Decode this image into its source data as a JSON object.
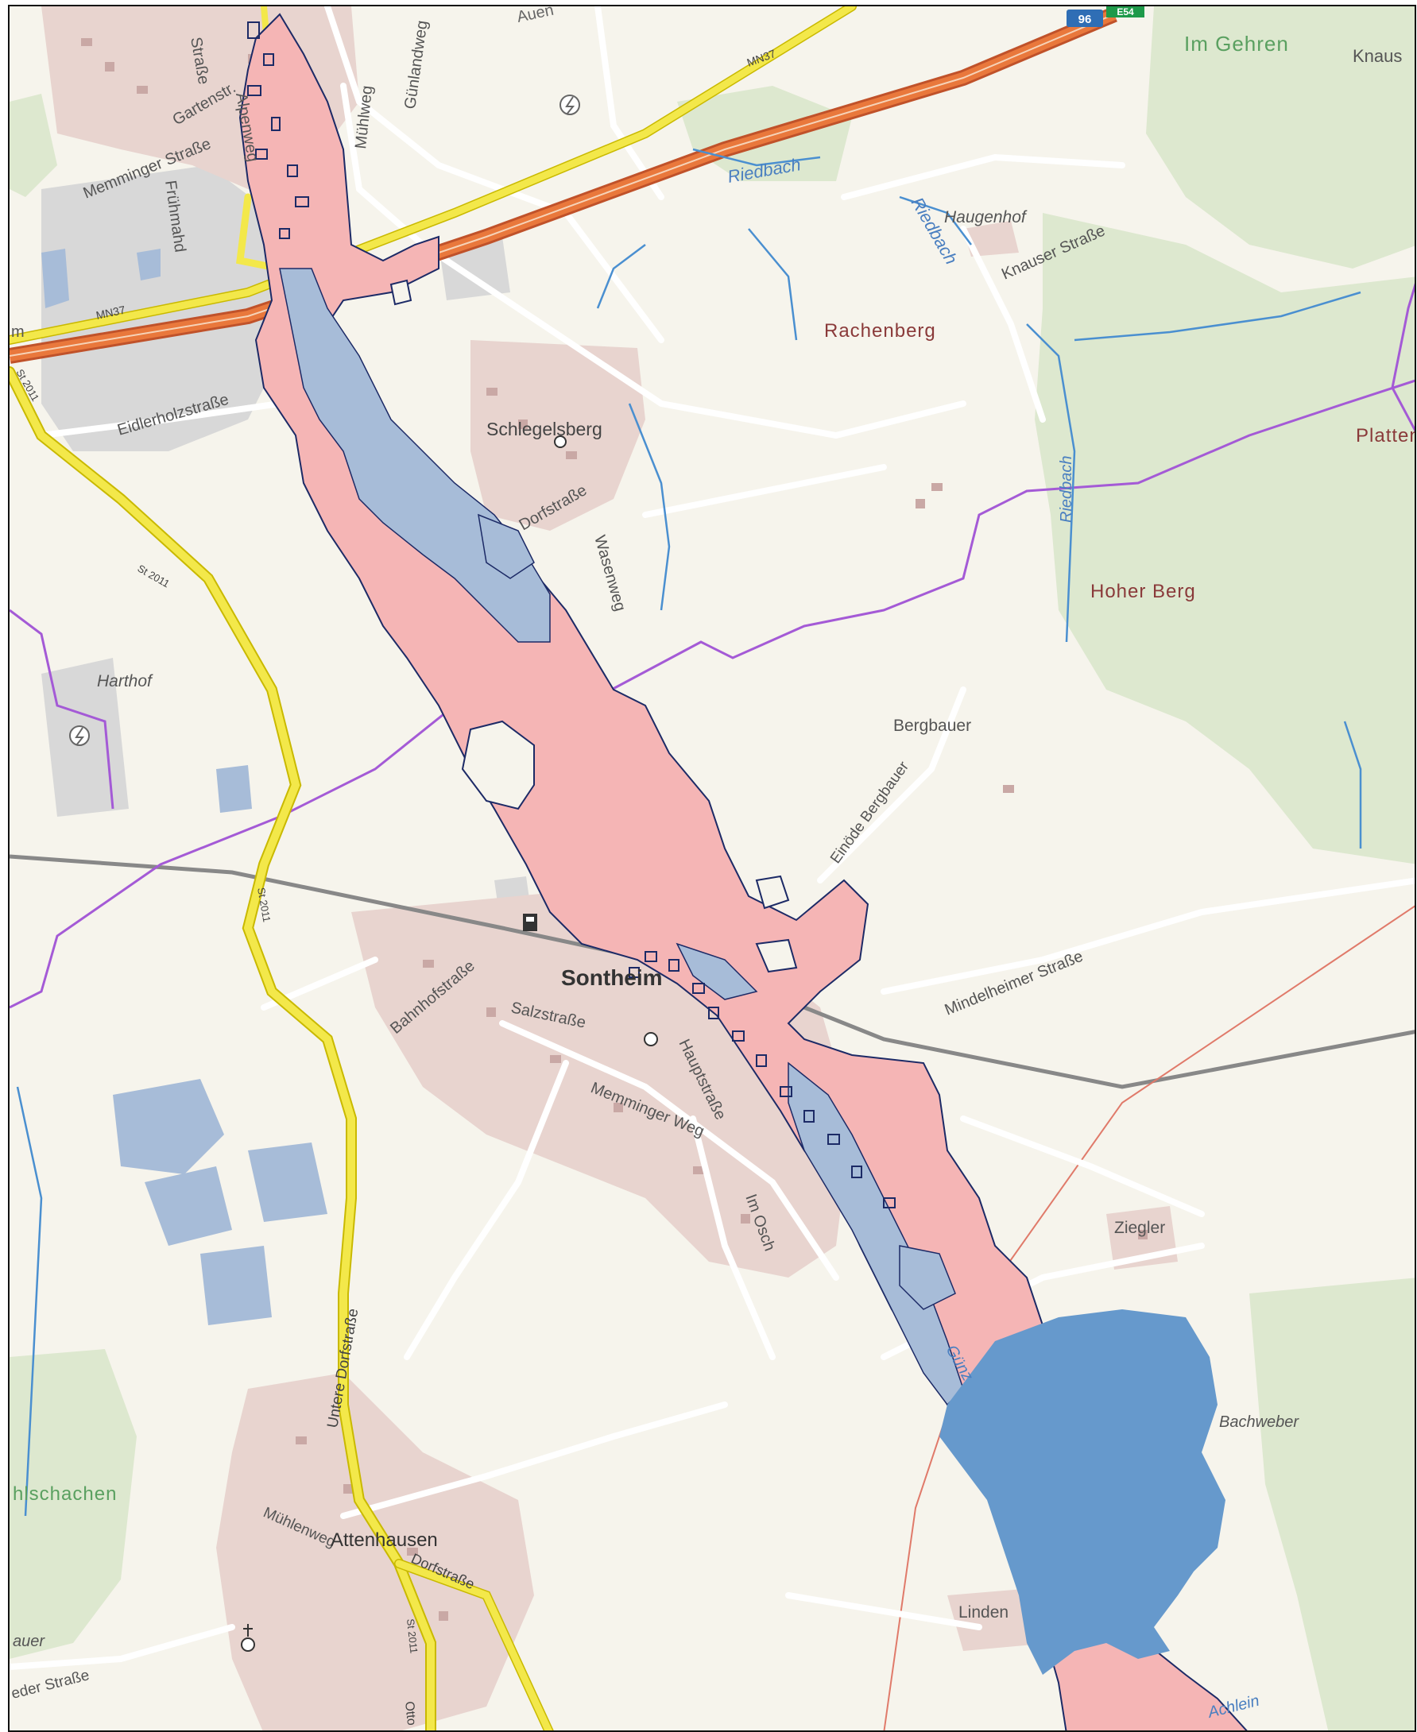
{
  "map": {
    "colors": {
      "background": "#f6f4ec",
      "forest": "#dde8cf",
      "settlement": "#e8d4cf",
      "building": "#c9a8a5",
      "industrial": "#d8d8d8",
      "motorway": "#e9783c",
      "primary_road": "#f3e84a",
      "minor_road": "#ffffff",
      "water": "#4a8fd0",
      "railway": "#888888",
      "boundary": "#a45ad6",
      "powerline": "#e07a6a",
      "flood_extreme": "#f5b5b5",
      "flood_frequent": "#a7bcd8",
      "flood_outline": "#1c2a66",
      "retention_basin": "#6699cc"
    },
    "labels": {
      "aue_top": "Auen",
      "im_gehren": "Im Gehren",
      "knaus": "Knaus",
      "motorway_shield": "96",
      "e_shield": "E54",
      "mn37_top": "MN37",
      "mn37_left": "MN37",
      "gartenstr": "Gartenstr.",
      "memminger_strasse": "Memminger Straße",
      "alpenweg": "Alpenweg",
      "fruehmahd": "Frühmahd",
      "muehlweg": "Mühlweg",
      "guenlandweg": "Günlandweg",
      "strasse_top": "Straße",
      "riedbach_1": "Riedbach",
      "riedbach_2": "Riedbach",
      "riedbach_3": "Riedbach",
      "haugenhof": "Haugenhof",
      "knauser_strasse": "Knauser Straße",
      "rachenberg": "Rachenberg",
      "platten": "Platten",
      "eidlerholzstrasse": "Eidlerholzstraße",
      "st2011_a": "St 2011",
      "st2011_b": "St 2011",
      "st2011_c": "St 2011",
      "st2011_d": "St 2011",
      "schlegelsberg": "Schlegelsberg",
      "dorfstrasse_top": "Dorfstraße",
      "wasenweg": "Wasenweg",
      "hoher_berg": "Hoher Berg",
      "harthof": "Harthof",
      "bergbauer": "Bergbauer",
      "einoede_bergbauer": "Einöde Bergbauer",
      "mindelheimer_strasse": "Mindelheimer Straße",
      "bahnhofstrasse": "Bahnhofstraße",
      "sontheim": "Sontheim",
      "salzstrasse": "Salzstraße",
      "hauptstrasse": "Hauptstraße",
      "memminger_weg": "Memminger Weg",
      "im_osch": "Im Osch",
      "ziegler": "Ziegler",
      "guenz": "Günz",
      "bachweber": "Bachweber",
      "untere_dorfstrasse": "Untere Dorfstraße",
      "hlschachen": "hlschachen",
      "muehlenweg": "Mühlenweg",
      "attenhausen": "Attenhausen",
      "dorfstrasse_bottom": "Dorfstraße",
      "linden": "Linden",
      "auer": "auer",
      "eder_strasse": "eder Straße",
      "achlein": "Achlein",
      "otto": "Otto",
      "m_left": "m"
    }
  }
}
